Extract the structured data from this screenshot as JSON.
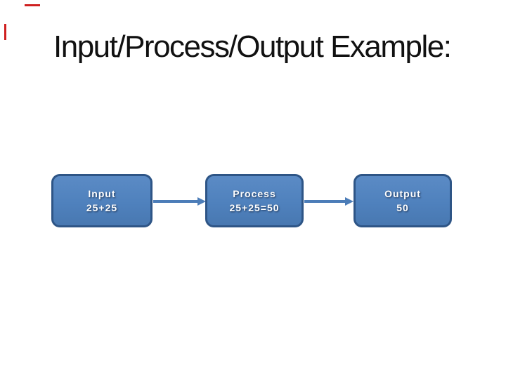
{
  "slide": {
    "title": "Input/Process/Output Example:",
    "title_color": "#111111",
    "background_color": "#ffffff"
  },
  "diagram": {
    "boxes": [
      {
        "name": "input",
        "line1": "Input",
        "line2": "25+25"
      },
      {
        "name": "process",
        "line1": "Process",
        "line2": "25+25=50"
      },
      {
        "name": "output",
        "line1": "Output",
        "line2": "50"
      }
    ],
    "connectors": [
      {
        "from": "input",
        "to": "process",
        "direction": "right"
      },
      {
        "from": "process",
        "to": "output",
        "direction": "right"
      }
    ],
    "box_fill_color": "#4f81bd",
    "box_border_color": "#2e5586",
    "box_text_color": "#ffffff",
    "arrow_color": "#4c7db8"
  },
  "artifacts": {
    "crop_mark_color": "#cf2020"
  }
}
